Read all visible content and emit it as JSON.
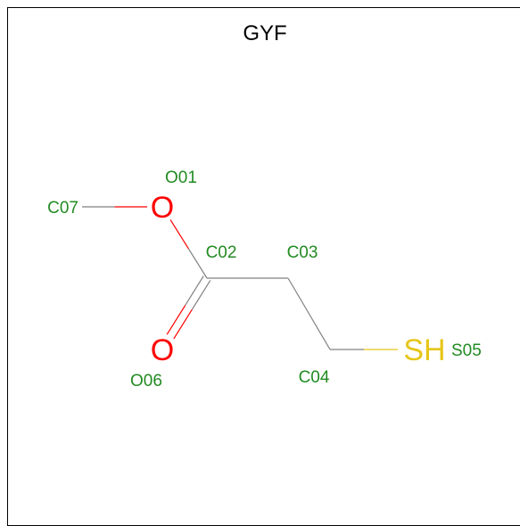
{
  "title": "GYF",
  "colors": {
    "label": "#228B22",
    "oxygen": "#FF0000",
    "sulfur": "#E6C619",
    "bond": "#808080",
    "frame": "#000000",
    "title": "#000000"
  },
  "atoms": [
    {
      "id": "O01",
      "label": "O01",
      "element": "O"
    },
    {
      "id": "C02",
      "label": "C02",
      "element": ""
    },
    {
      "id": "C03",
      "label": "C03",
      "element": ""
    },
    {
      "id": "C04",
      "label": "C04",
      "element": ""
    },
    {
      "id": "S05",
      "label": "S05",
      "element": "SH"
    },
    {
      "id": "O06",
      "label": "O06",
      "element": "O"
    },
    {
      "id": "C07",
      "label": "C07",
      "element": ""
    }
  ],
  "bonds": [
    {
      "from": "C07",
      "to": "O01",
      "order": 1
    },
    {
      "from": "O01",
      "to": "C02",
      "order": 1
    },
    {
      "from": "C02",
      "to": "O06",
      "order": 2
    },
    {
      "from": "C02",
      "to": "C03",
      "order": 1
    },
    {
      "from": "C03",
      "to": "C04",
      "order": 1
    },
    {
      "from": "C04",
      "to": "S05",
      "order": 1
    }
  ]
}
